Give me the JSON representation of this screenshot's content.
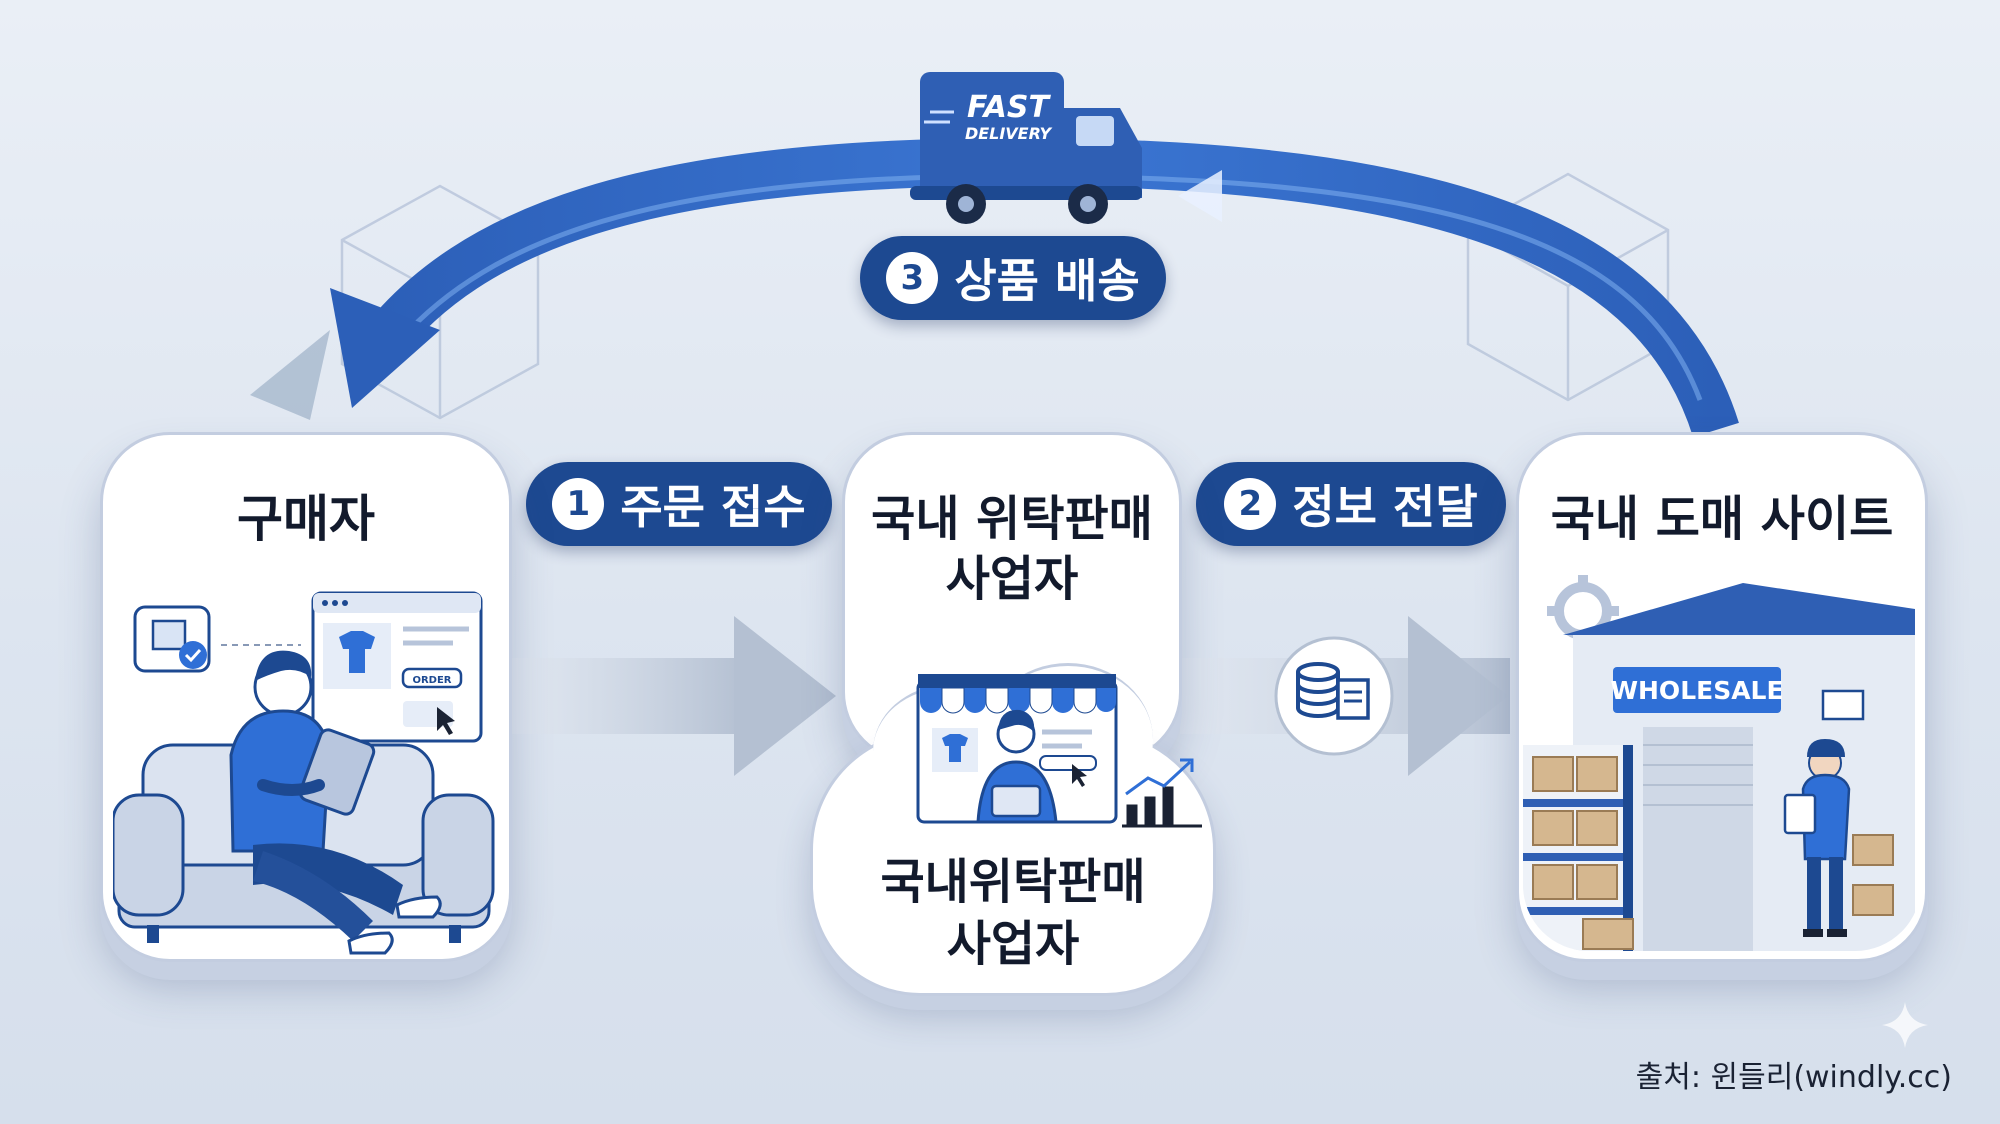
{
  "colors": {
    "primary": "#1d4991",
    "accent": "#3b6fc7",
    "bg": "#e3e9f2",
    "card_border": "#c3cde0"
  },
  "nodes": {
    "buyer": {
      "title": "구매자"
    },
    "seller": {
      "title_line1": "국내 위탁판매",
      "title_line2": "사업자",
      "cloud_line1": "국내위탁판매",
      "cloud_line2": "사업자"
    },
    "wholesale": {
      "title": "국내 도매 사이트",
      "sign": "WHOLESALE"
    }
  },
  "steps": [
    {
      "num": "1",
      "label": "주문 접수"
    },
    {
      "num": "2",
      "label": "정보 전달"
    },
    {
      "num": "3",
      "label": "상품 배송"
    }
  ],
  "truck": {
    "line1": "FAST",
    "line2": "DELIVERY"
  },
  "illustration_labels": {
    "order_button": "ORDER"
  },
  "icons": [
    "cube-outline-icon",
    "truck-icon",
    "database-icon",
    "document-icon",
    "gear-icon",
    "growth-chart-icon"
  ],
  "source": "출처: 윈들리(windly.cc)"
}
